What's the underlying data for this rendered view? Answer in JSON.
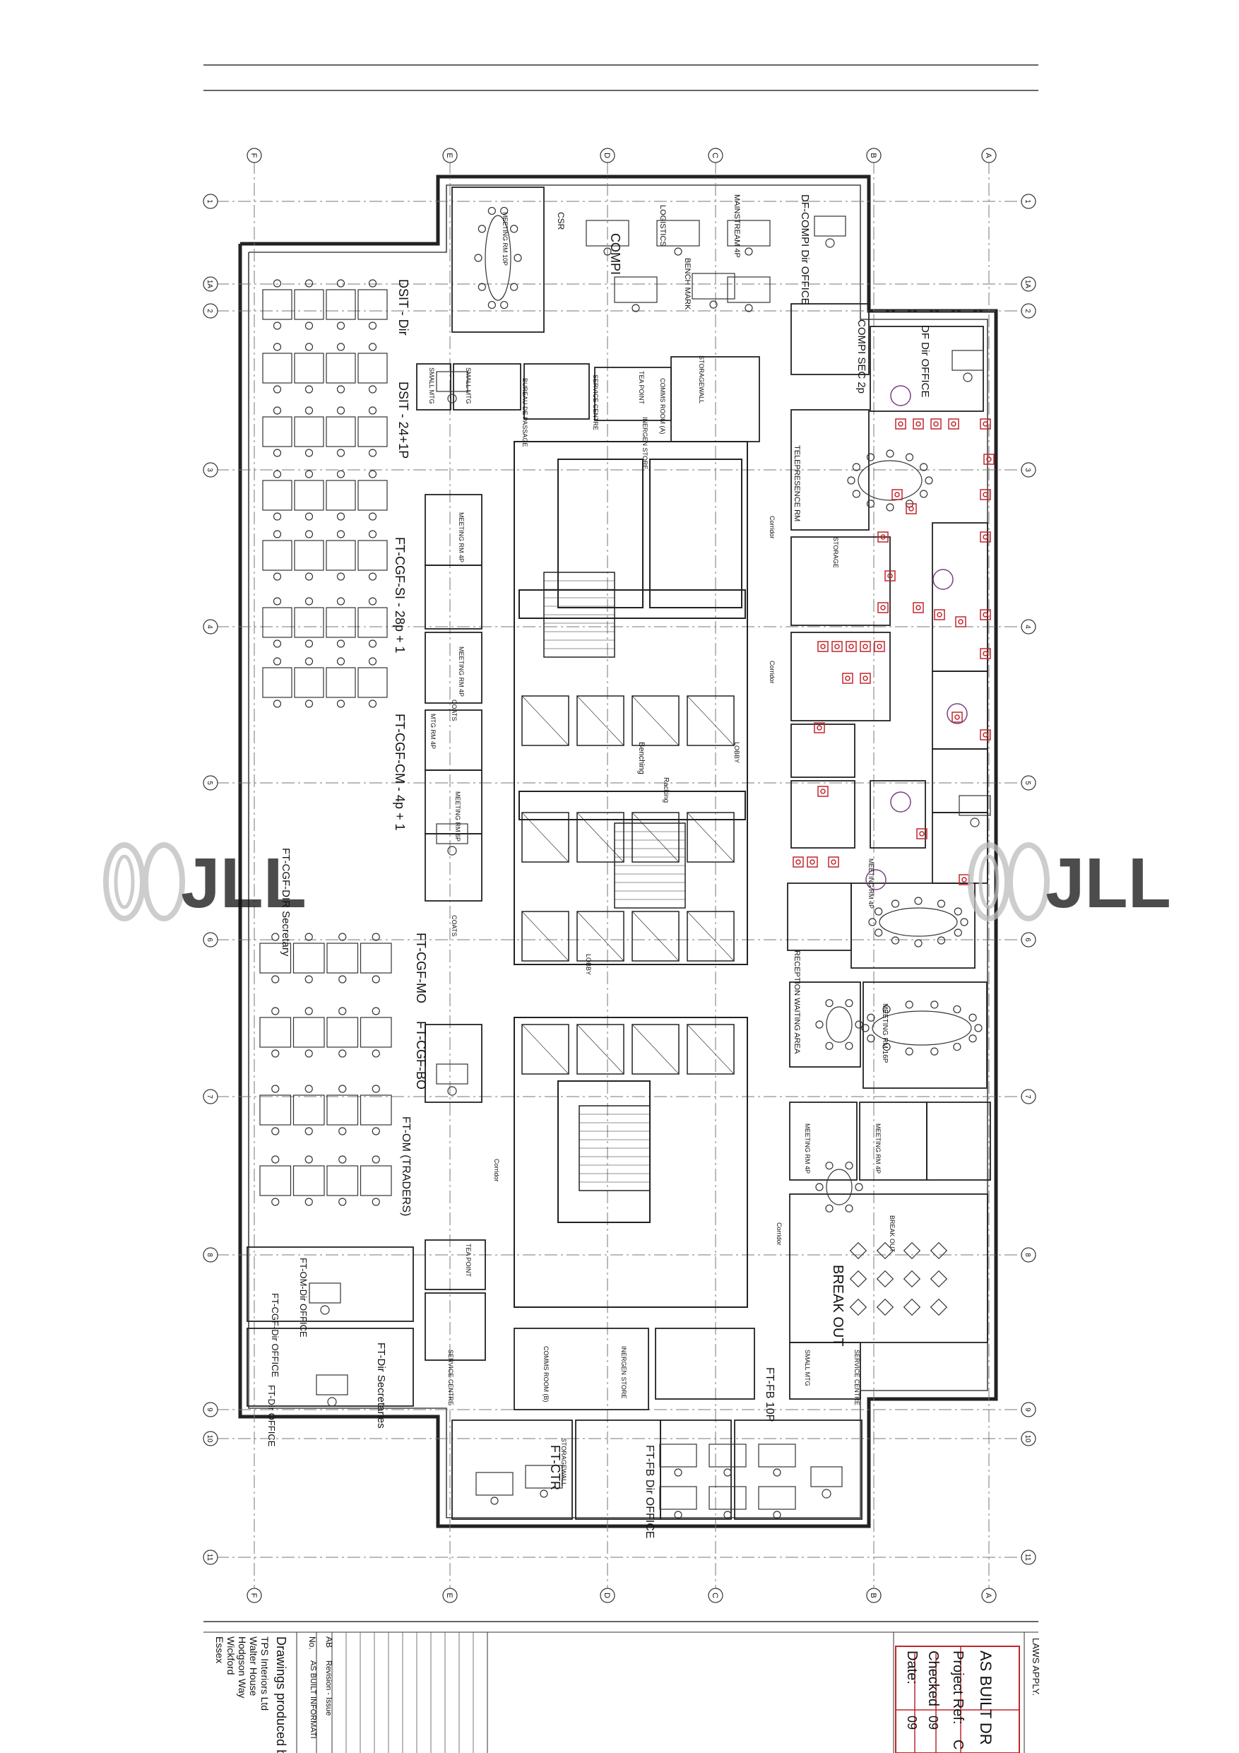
{
  "watermark": "JLL",
  "grid": {
    "columns": [
      "F",
      "E",
      "D",
      "C",
      "B",
      "A"
    ],
    "rows": [
      "1",
      "1A",
      "2",
      "3",
      "4",
      "5",
      "6",
      "7",
      "8",
      "9",
      "10",
      "11"
    ]
  },
  "zones": [
    {
      "id": "dsit-dir",
      "label": "DSIT - Dir"
    },
    {
      "id": "dsit",
      "label": "DSIT - 24+1P"
    },
    {
      "id": "ft-cgf-si",
      "label": "FT-CGF-SI - 28p + 1"
    },
    {
      "id": "ft-cgf-cm",
      "label": "FT-CGF-CM - 4p + 1"
    },
    {
      "id": "ft-cgf-mo",
      "label": "FT-CGF-MO"
    },
    {
      "id": "ft-cgf-bo",
      "label": "FT-CGF-BO"
    },
    {
      "id": "ft-om",
      "label": "FT-OM (TRADERS)"
    },
    {
      "id": "ft-cgf-dir-sec",
      "label": "FT-CGF-DIR Secretary"
    },
    {
      "id": "ft-om-dir",
      "label": "FT-OM-Dir OFFICE"
    },
    {
      "id": "ft-cgf-dir",
      "label": "FT-CGF-Dir OFFICE"
    },
    {
      "id": "ft-dir-sec",
      "label": "FT-Dir Secretaries"
    },
    {
      "id": "ft-dir",
      "label": "FT-Dir OFFICE"
    },
    {
      "id": "ft-ctr",
      "label": "FT-CTR"
    },
    {
      "id": "ft-fb-dir",
      "label": "FT-FB Dir OFFICE"
    },
    {
      "id": "ft-fb",
      "label": "FT-FB 10P"
    },
    {
      "id": "compi",
      "label": "COMPI"
    },
    {
      "id": "compi-dir",
      "label": "DF-COMPI Dir OFFICE"
    },
    {
      "id": "compi-sec",
      "label": "COMPI SEC 2p"
    },
    {
      "id": "df-dir",
      "label": "DF Dir OFFICE"
    },
    {
      "id": "csr",
      "label": "CSR"
    },
    {
      "id": "logistics",
      "label": "LOGISTICS"
    },
    {
      "id": "bench",
      "label": "BENCH MARK"
    },
    {
      "id": "mainstream",
      "label": "MAINSTREAM 4P"
    },
    {
      "id": "break-out",
      "label": "BREAK OUT"
    },
    {
      "id": "reception",
      "label": "RECEPTION WAITING AREA"
    },
    {
      "id": "telepresence",
      "label": "TELEPRESENCE RM"
    }
  ],
  "rooms": [
    {
      "id": "mtg-10p",
      "label": "MEETING RM 10P"
    },
    {
      "id": "small-mtg-1",
      "label": "SMALL MTG"
    },
    {
      "id": "small-mtg-2",
      "label": "SMALL MTG"
    },
    {
      "id": "bureau-1",
      "label": "BUREAU DE PASSAGE"
    },
    {
      "id": "service-1",
      "label": "SERVICE CENTRE"
    },
    {
      "id": "tea-1",
      "label": "TEA POINT"
    },
    {
      "id": "comms-a",
      "label": "COMMS ROOM (A)"
    },
    {
      "id": "inergen",
      "label": "INERGEN STORE"
    },
    {
      "id": "mtg-4p-a",
      "label": "MEETING RM 4P"
    },
    {
      "id": "mtg-4p-b",
      "label": "MEETING RM 4P"
    },
    {
      "id": "mtg-rm-4p",
      "label": "MTG RM 4P"
    },
    {
      "id": "mtg-6p",
      "label": "MEETING RM 6P"
    },
    {
      "id": "mtg-16p",
      "label": "MEETING RM 16P"
    },
    {
      "id": "mtg-4p-r",
      "label": "MEETING RM 4P"
    },
    {
      "id": "mtg-4p-s",
      "label": "MEETING RM 4P"
    },
    {
      "id": "mtg-4p-t",
      "label": "MEETING RM 4P"
    },
    {
      "id": "small-mtg-3",
      "label": "SMALL MTG"
    },
    {
      "id": "service-2",
      "label": "SERVICE CENTRE"
    },
    {
      "id": "service-3",
      "label": "SERVICE CENTRE"
    },
    {
      "id": "comms-b",
      "label": "COMMS ROOM (B)"
    },
    {
      "id": "inergen-b",
      "label": "INERGEN STORE"
    },
    {
      "id": "tea-2",
      "label": "TEA POINT"
    },
    {
      "id": "storage",
      "label": "STORAGE"
    },
    {
      "id": "storagewall-1",
      "label": "STORAGEWALL"
    },
    {
      "id": "storagewall-2",
      "label": "STORAGEWALL"
    },
    {
      "id": "coats-1",
      "label": "COATS"
    },
    {
      "id": "coats-2",
      "label": "COATS"
    },
    {
      "id": "lobby-1",
      "label": "LOBBY"
    },
    {
      "id": "lobby-2",
      "label": "LOBBY"
    },
    {
      "id": "corridor-1",
      "label": "Corridor"
    },
    {
      "id": "corridor-2",
      "label": "Corridor"
    },
    {
      "id": "corridor-3",
      "label": "Corridor"
    },
    {
      "id": "corridor-4",
      "label": "Corridor"
    },
    {
      "id": "benching",
      "label": "Benching"
    },
    {
      "id": "racking",
      "label": "Racking"
    },
    {
      "id": "break",
      "label": "BREAK OUT"
    }
  ],
  "title_block": {
    "laws": "LAWS APPLY.",
    "header": "AS BUILT DR",
    "fields": [
      "Project Ref:",
      "Checked",
      "Date:"
    ],
    "field_values": [
      "C",
      "09",
      "09"
    ],
    "revision_cols": [
      "No.",
      "AB"
    ],
    "revision_text": "Revision - Issue",
    "revision_info": "AS BUILT INFORMATI",
    "produced_by": "Drawings produced b",
    "address": [
      "TPS Interiors Ltd",
      "Walter House",
      "Hodgson Way",
      "Wickford",
      "Essex"
    ]
  }
}
